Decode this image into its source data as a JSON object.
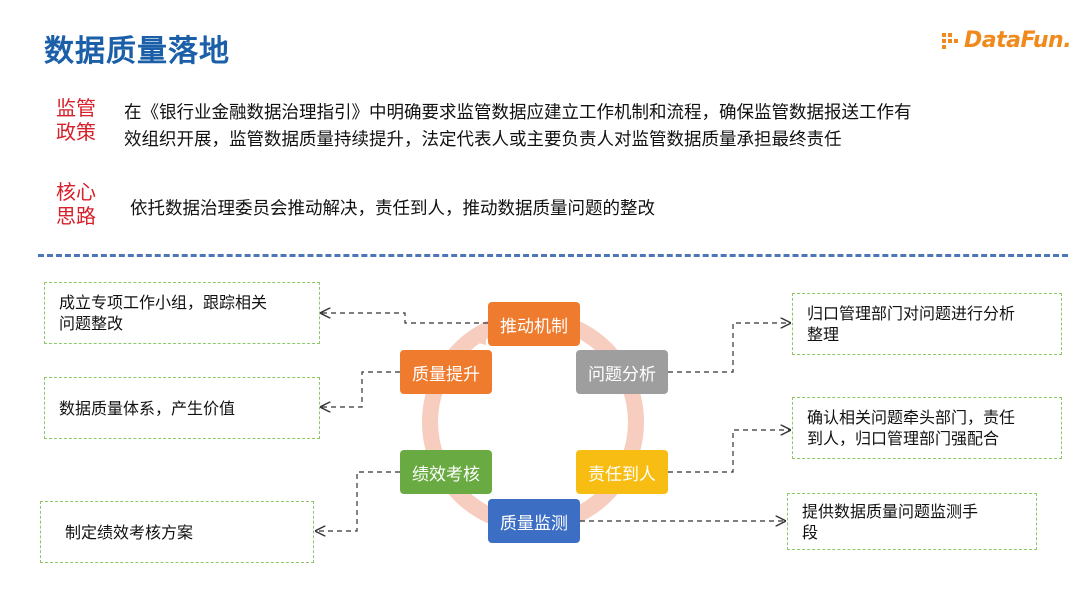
{
  "title": "数据质量落地",
  "logo": {
    "text": "DataFun."
  },
  "sections": [
    {
      "tag": "监管政策",
      "lines": [
        "在《银行业金融数据治理指引》中明确要求监管数据应建立工作机制和流程，确保监管数据报送工作有",
        "效组织开展，监管数据质量持续提升，法定代表人或主要负责人对监管数据质量承担最终责任"
      ]
    },
    {
      "tag": "核心思路",
      "lines": [
        "依托数据治理委员会推动解决，责任到人，推动数据质量问题的整改"
      ]
    }
  ],
  "cycle": {
    "nodes": [
      {
        "label": "推动机制",
        "color": "#ef7b2e"
      },
      {
        "label": "问题分析",
        "color": "#9e9e9e"
      },
      {
        "label": "责任到人",
        "color": "#f7bd12"
      },
      {
        "label": "质量监测",
        "color": "#3c6fc4"
      },
      {
        "label": "绩效考核",
        "color": "#6aaa42"
      },
      {
        "label": "质量提升",
        "color": "#ef7b2e"
      }
    ],
    "ring_color": "#f6cdbf"
  },
  "callouts": [
    {
      "lines": [
        "成立专项工作小组，跟踪相关",
        "问题整改"
      ]
    },
    {
      "lines": [
        "数据质量体系，产生价值"
      ]
    },
    {
      "lines": [
        "制定绩效考核方案"
      ]
    },
    {
      "lines": [
        "归口管理部门对问题进行分析",
        "整理"
      ]
    },
    {
      "lines": [
        "确认相关问题牵头部门，责任",
        "到人，归口管理部门强配合"
      ]
    },
    {
      "lines": [
        "提供数据质量问题监测手",
        "段"
      ]
    }
  ]
}
